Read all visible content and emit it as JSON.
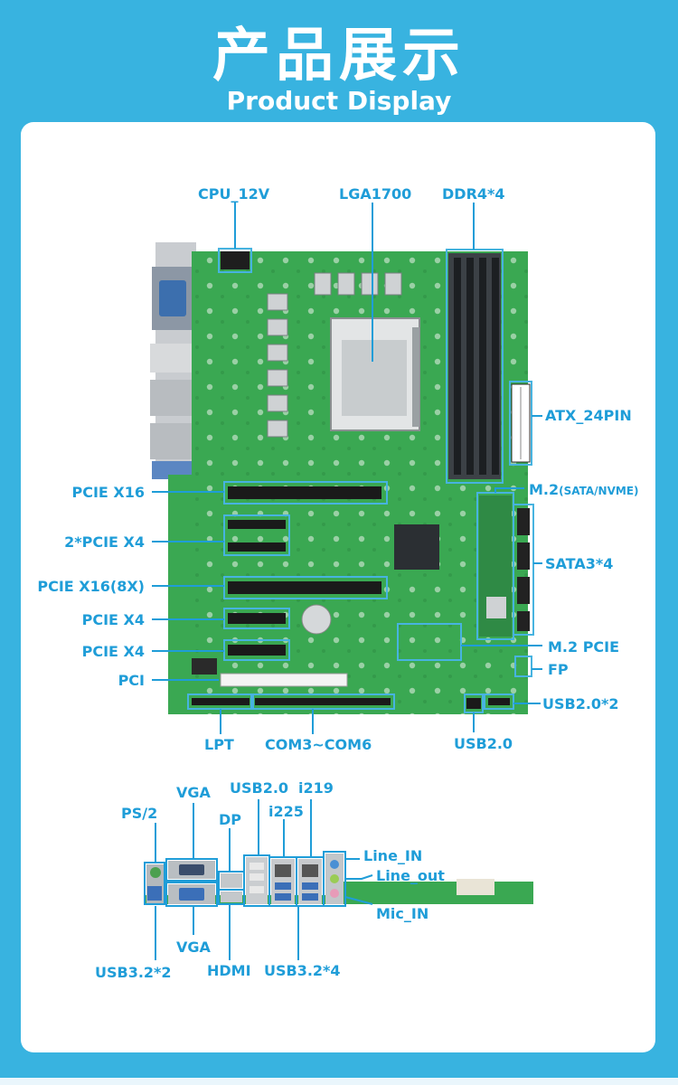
{
  "header": {
    "title_cn": "产品展示",
    "title_en": "Product Display"
  },
  "colors": {
    "background": "#38b3e0",
    "label": "#1f9dd8",
    "board": "#3aa852",
    "card": "#ffffff"
  },
  "board_labels": {
    "cpu_12v": "CPU_12V",
    "lga1700": "LGA1700",
    "ddr4": "DDR4*4",
    "atx_24pin": "ATX_24PIN",
    "m2_sata_nvme_main": "M.2",
    "m2_sata_nvme_sub": "(SATA/NVME)",
    "sata3": "SATA3*4",
    "m2_pcie": "M.2 PCIE",
    "fp": "FP",
    "usb20x2": "USB2.0*2",
    "usb20": "USB2.0",
    "com3_com6": "COM3~COM6",
    "lpt": "LPT",
    "pci": "PCI",
    "pcie_x4_2": "PCIE X4",
    "pcie_x4_1": "PCIE X4",
    "pcie_x16_8x": "PCIE X16(8X)",
    "pcie_x4_dual": "2*PCIE X4",
    "pcie_x16": "PCIE X16"
  },
  "io_labels": {
    "vga_top": "VGA",
    "ps2": "PS/2",
    "dp": "DP",
    "usb20": "USB2.0",
    "i225": "i225",
    "i219": "i219",
    "line_in": "Line_IN",
    "line_out": "Line_out",
    "mic_in": "Mic_IN",
    "usb32x2": "USB3.2*2",
    "vga_bottom": "VGA",
    "hdmi": "HDMI",
    "usb32x4": "USB3.2*4"
  }
}
